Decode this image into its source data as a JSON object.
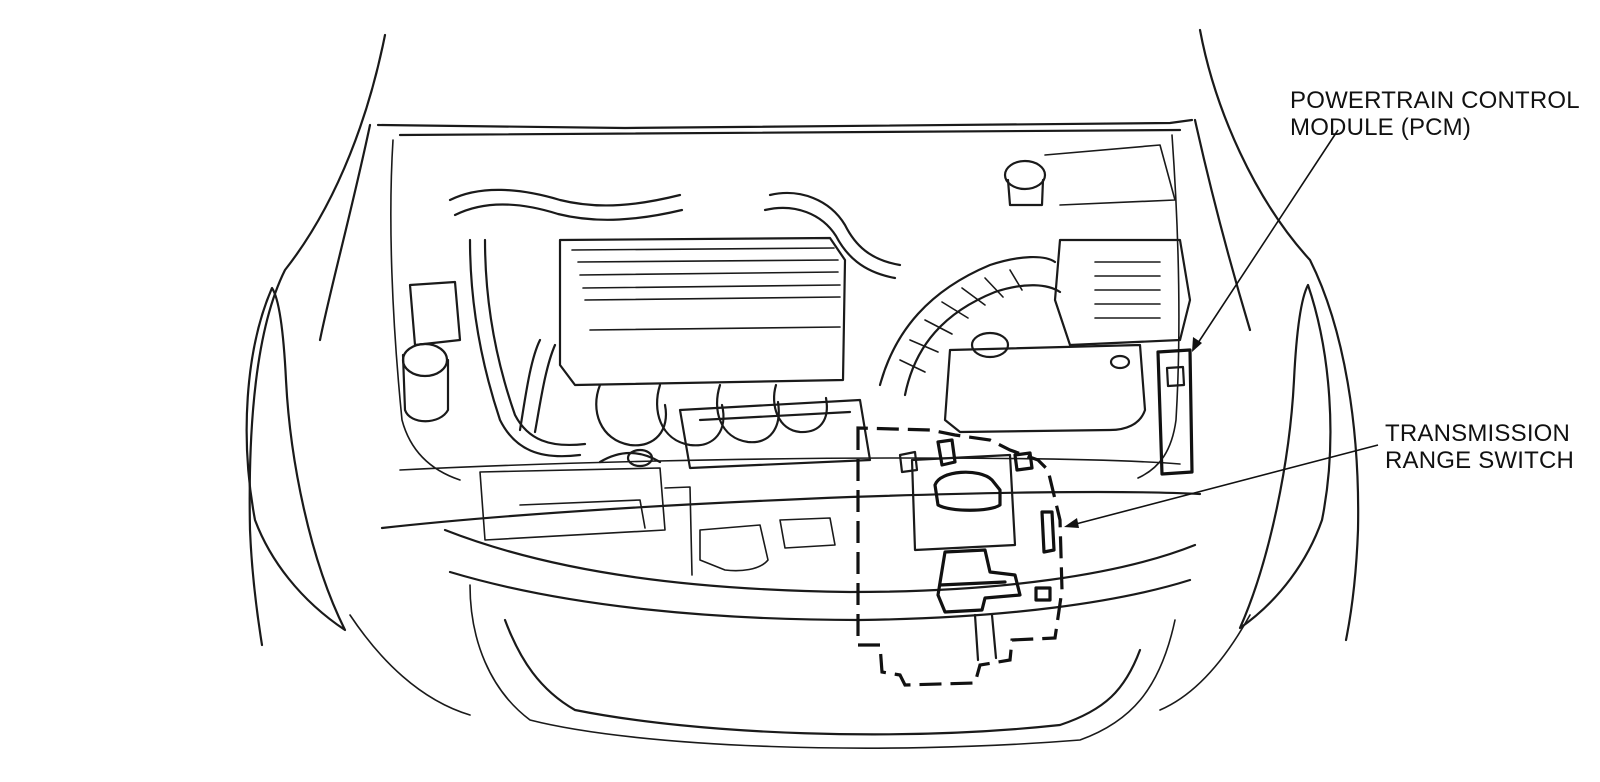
{
  "callouts": {
    "pcm": {
      "line1": "POWERTRAIN CONTROL",
      "line2": "MODULE (PCM)"
    },
    "trs": {
      "line1": "TRANSMISSION",
      "line2": "RANGE SWITCH"
    }
  },
  "colors": {
    "ink": "#111111",
    "paper": "#ffffff"
  }
}
